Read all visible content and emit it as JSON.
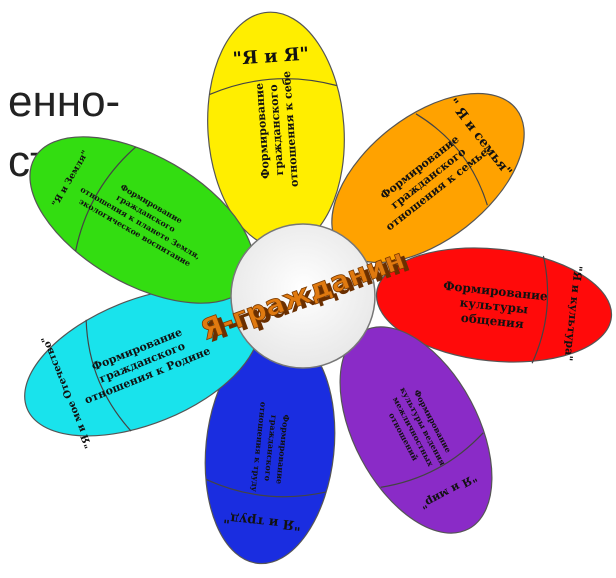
{
  "background_text": {
    "line1": "енно-",
    "line2": "сти"
  },
  "center": {
    "label": "Я-гражданин",
    "color": "#e07a10"
  },
  "petals": [
    {
      "id": "self",
      "color": "#ffee00",
      "title": "\"Я и Я\"",
      "text": [
        "Формирование",
        "гражданского",
        "отношения к себе"
      ]
    },
    {
      "id": "family",
      "color": "#ffa200",
      "title": "\" Я и семья\"",
      "text": [
        "Формирование",
        "гражданского",
        "отношения к семье"
      ]
    },
    {
      "id": "culture",
      "color": "#ff0a0a",
      "title": "\"Я и культура\"",
      "text": [
        "Формирование",
        "культуры",
        "общения"
      ]
    },
    {
      "id": "world",
      "color": "#8a2bc7",
      "title": "\"Я и мир\"",
      "text": [
        "Формирование",
        "культуры ведения",
        "межличностных",
        "отношений"
      ]
    },
    {
      "id": "work",
      "color": "#1a2de0",
      "title": "\"Я и труд\"",
      "text": [
        "Формирование",
        "гражданского",
        "отношения к труду"
      ]
    },
    {
      "id": "homeland",
      "color": "#19e3ec",
      "title": "\"Я и мое Отечество\"",
      "text": [
        "Формирование",
        "гражданского",
        "отношения к Родине"
      ]
    },
    {
      "id": "nature",
      "color": "#33dd11",
      "title": "\"Я и Земля\"",
      "text": [
        "Формирование",
        "гражданского",
        "отношения к планете Земля,",
        "экологическое воспитание"
      ]
    }
  ]
}
